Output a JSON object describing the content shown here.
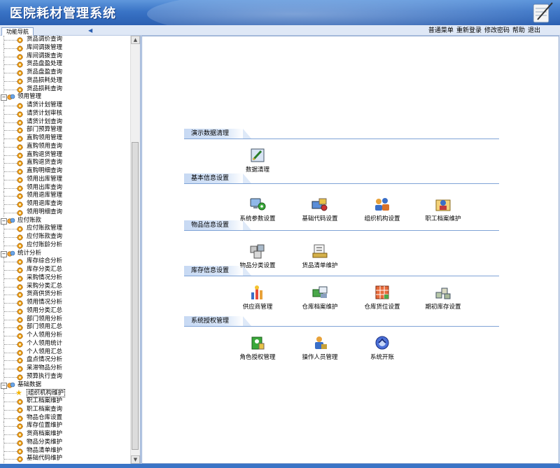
{
  "header": {
    "title": "医院耗材管理系统"
  },
  "nav": {
    "tab_label": "功能导航"
  },
  "toplinks": [
    "普通菜单",
    "重新登录",
    "修改密码",
    "帮助",
    "退出"
  ],
  "tree": [
    {
      "type": "leaf",
      "label": "货品调价查询"
    },
    {
      "type": "leaf",
      "label": "库间调拨管理"
    },
    {
      "type": "leaf",
      "label": "库间调拨查询"
    },
    {
      "type": "leaf",
      "label": "货品盘盈处理"
    },
    {
      "type": "leaf",
      "label": "货品盘盈查询"
    },
    {
      "type": "leaf",
      "label": "货品损耗处理"
    },
    {
      "type": "leaf",
      "label": "货品损耗查询"
    },
    {
      "type": "group",
      "label": "领用管理"
    },
    {
      "type": "leaf",
      "label": "请货计划管理"
    },
    {
      "type": "leaf",
      "label": "请货计划审核"
    },
    {
      "type": "leaf",
      "label": "请货计划查询"
    },
    {
      "type": "leaf",
      "label": "部门预算管理"
    },
    {
      "type": "leaf",
      "label": "直购领用管理"
    },
    {
      "type": "leaf",
      "label": "直购领用查询"
    },
    {
      "type": "leaf",
      "label": "直购退货管理"
    },
    {
      "type": "leaf",
      "label": "直购退货查询"
    },
    {
      "type": "leaf",
      "label": "直购明细查询"
    },
    {
      "type": "leaf",
      "label": "领用出库管理"
    },
    {
      "type": "leaf",
      "label": "领用出库查询"
    },
    {
      "type": "leaf",
      "label": "领用退库管理"
    },
    {
      "type": "leaf",
      "label": "领用退库查询"
    },
    {
      "type": "leaf",
      "label": "领用明细查询"
    },
    {
      "type": "group",
      "label": "应付账款"
    },
    {
      "type": "leaf",
      "label": "应付账款管理"
    },
    {
      "type": "leaf",
      "label": "应付账款查询"
    },
    {
      "type": "leaf",
      "label": "应付账龄分析"
    },
    {
      "type": "group",
      "label": "统计分析"
    },
    {
      "type": "leaf",
      "label": "库存综合分析"
    },
    {
      "type": "leaf",
      "label": "库存分类汇总"
    },
    {
      "type": "leaf",
      "label": "采购情况分析"
    },
    {
      "type": "leaf",
      "label": "采购分类汇总"
    },
    {
      "type": "leaf",
      "label": "货商供货分析"
    },
    {
      "type": "leaf",
      "label": "领用情况分析"
    },
    {
      "type": "leaf",
      "label": "领用分类汇总"
    },
    {
      "type": "leaf",
      "label": "部门领用分析"
    },
    {
      "type": "leaf",
      "label": "部门领用汇总"
    },
    {
      "type": "leaf",
      "label": "个人领用分析"
    },
    {
      "type": "leaf",
      "label": "个人领用统计"
    },
    {
      "type": "leaf",
      "label": "个人领用汇总"
    },
    {
      "type": "leaf",
      "label": "盘点情况分析"
    },
    {
      "type": "leaf",
      "label": "呆滞物品分析"
    },
    {
      "type": "leaf",
      "label": "预算执行查询"
    },
    {
      "type": "group",
      "label": "基础数据"
    },
    {
      "type": "sel",
      "label": "组织机构维护"
    },
    {
      "type": "leaf",
      "label": "职工档案维护"
    },
    {
      "type": "leaf",
      "label": "职工档案查询"
    },
    {
      "type": "leaf",
      "label": "物品仓库设置"
    },
    {
      "type": "leaf",
      "label": "库存位置维护"
    },
    {
      "type": "leaf",
      "label": "货商档案维护"
    },
    {
      "type": "leaf",
      "label": "物品分类维护"
    },
    {
      "type": "leaf",
      "label": "物品清单维护"
    },
    {
      "type": "leaf",
      "label": "基础代码维护"
    }
  ],
  "sections": [
    {
      "title": "演示数据清理",
      "items": [
        {
          "label": "数据清理",
          "icon": "data-cleanup-icon"
        }
      ]
    },
    {
      "title": "基本信息设置",
      "items": [
        {
          "label": "系统参数设置",
          "icon": "system-params-icon"
        },
        {
          "label": "基础代码设置",
          "icon": "base-code-icon"
        },
        {
          "label": "组织机构设置",
          "icon": "organization-icon"
        },
        {
          "label": "职工档案维护",
          "icon": "staff-records-icon"
        }
      ]
    },
    {
      "title": "物品信息设置",
      "items": [
        {
          "label": "物品分类设置",
          "icon": "item-category-icon"
        },
        {
          "label": "货品清单维护",
          "icon": "goods-list-icon"
        }
      ]
    },
    {
      "title": "库存信息设置",
      "items": [
        {
          "label": "供应商管理",
          "icon": "supplier-icon"
        },
        {
          "label": "仓库档案维护",
          "icon": "warehouse-records-icon"
        },
        {
          "label": "仓库货位设置",
          "icon": "warehouse-slot-icon"
        },
        {
          "label": "期初库存设置",
          "icon": "opening-stock-icon"
        }
      ]
    },
    {
      "title": "系统授权管理",
      "items": [
        {
          "label": "角色授权管理",
          "icon": "role-auth-icon"
        },
        {
          "label": "操作人员管理",
          "icon": "operator-icon"
        },
        {
          "label": "系统开账",
          "icon": "system-open-icon"
        }
      ]
    }
  ]
}
